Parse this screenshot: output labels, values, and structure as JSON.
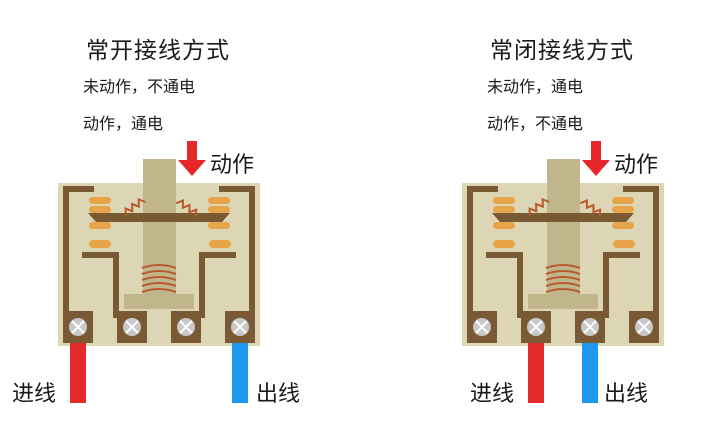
{
  "panels": [
    {
      "id": "normally-open",
      "title": "常开接线方式",
      "line1": "未动作，不通电",
      "line2": "动作，通电",
      "action_label": "动作",
      "input_label": "进线",
      "output_label": "出线",
      "wired_terminals": [
        1,
        4
      ]
    },
    {
      "id": "normally-closed",
      "title": "常闭接线方式",
      "line1": "未动作，通电",
      "line2": "动作，不通电",
      "action_label": "动作",
      "input_label": "进线",
      "output_label": "出线",
      "wired_terminals": [
        2,
        3
      ]
    }
  ],
  "colors": {
    "housing": "#ddd6b4",
    "frame": "#7a5a34",
    "plunger": "#c1b58b",
    "contact": "#e8a448",
    "spring": "#b85a2e",
    "arrow": "#e6262a",
    "input_wire": "#e52a2c",
    "output_wire": "#1e98ee",
    "screw": "#c8c8c8"
  },
  "icons": [
    "arrow-down-icon",
    "screw-icon",
    "spring-icon"
  ]
}
